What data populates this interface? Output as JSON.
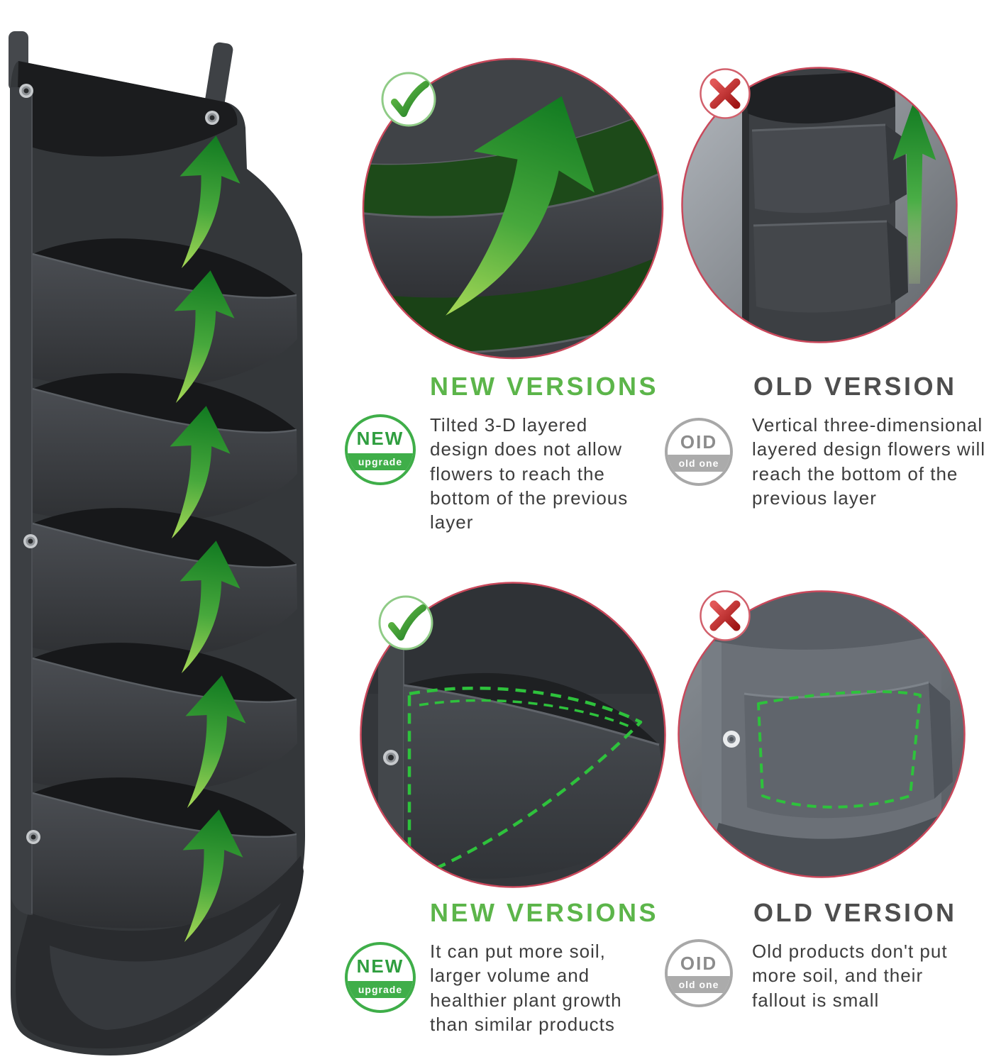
{
  "colors": {
    "background": "#ffffff",
    "accent_green": "#5cb54a",
    "badge_green": "#3fae49",
    "badge_gray": "#ababab",
    "heading_gray": "#4e4e4e",
    "body_text": "#3d3d3d",
    "circle_ring_red": "#c9485b",
    "arrow_green_dark": "#117a21",
    "arrow_green_light": "#a8d957",
    "dashed_outline_green": "#2ec23c",
    "new_planter_fabric": "#34373a",
    "old_planter_fabric": "#6b7077"
  },
  "icons": {
    "check": "✓",
    "cross": "✕",
    "up_arrow": "↑"
  },
  "planter": {
    "pockets": 6,
    "up_arrows": 6,
    "hanging_loops": 2,
    "grommets": 4
  },
  "sections": [
    {
      "new": {
        "heading": "NEW VERSIONS",
        "badge": {
          "title": "NEW",
          "subtitle": "upgrade"
        },
        "description": "Tilted 3-D layered design does not allow flowers to reach the bottom of the previous layer"
      },
      "old": {
        "heading": "OLD VERSION",
        "badge": {
          "title": "OID",
          "subtitle": "old one"
        },
        "description": "Vertical three-dimensional layered design flowers will reach the bottom of the previous layer"
      }
    },
    {
      "new": {
        "heading": "NEW VERSIONS",
        "badge": {
          "title": "NEW",
          "subtitle": "upgrade"
        },
        "description": "It can put more soil, larger volume and healthier plant growth than similar products"
      },
      "old": {
        "heading": "OLD VERSION",
        "badge": {
          "title": "OID",
          "subtitle": "old one"
        },
        "description": "Old products don't put more soil, and their fallout is small"
      }
    }
  ]
}
